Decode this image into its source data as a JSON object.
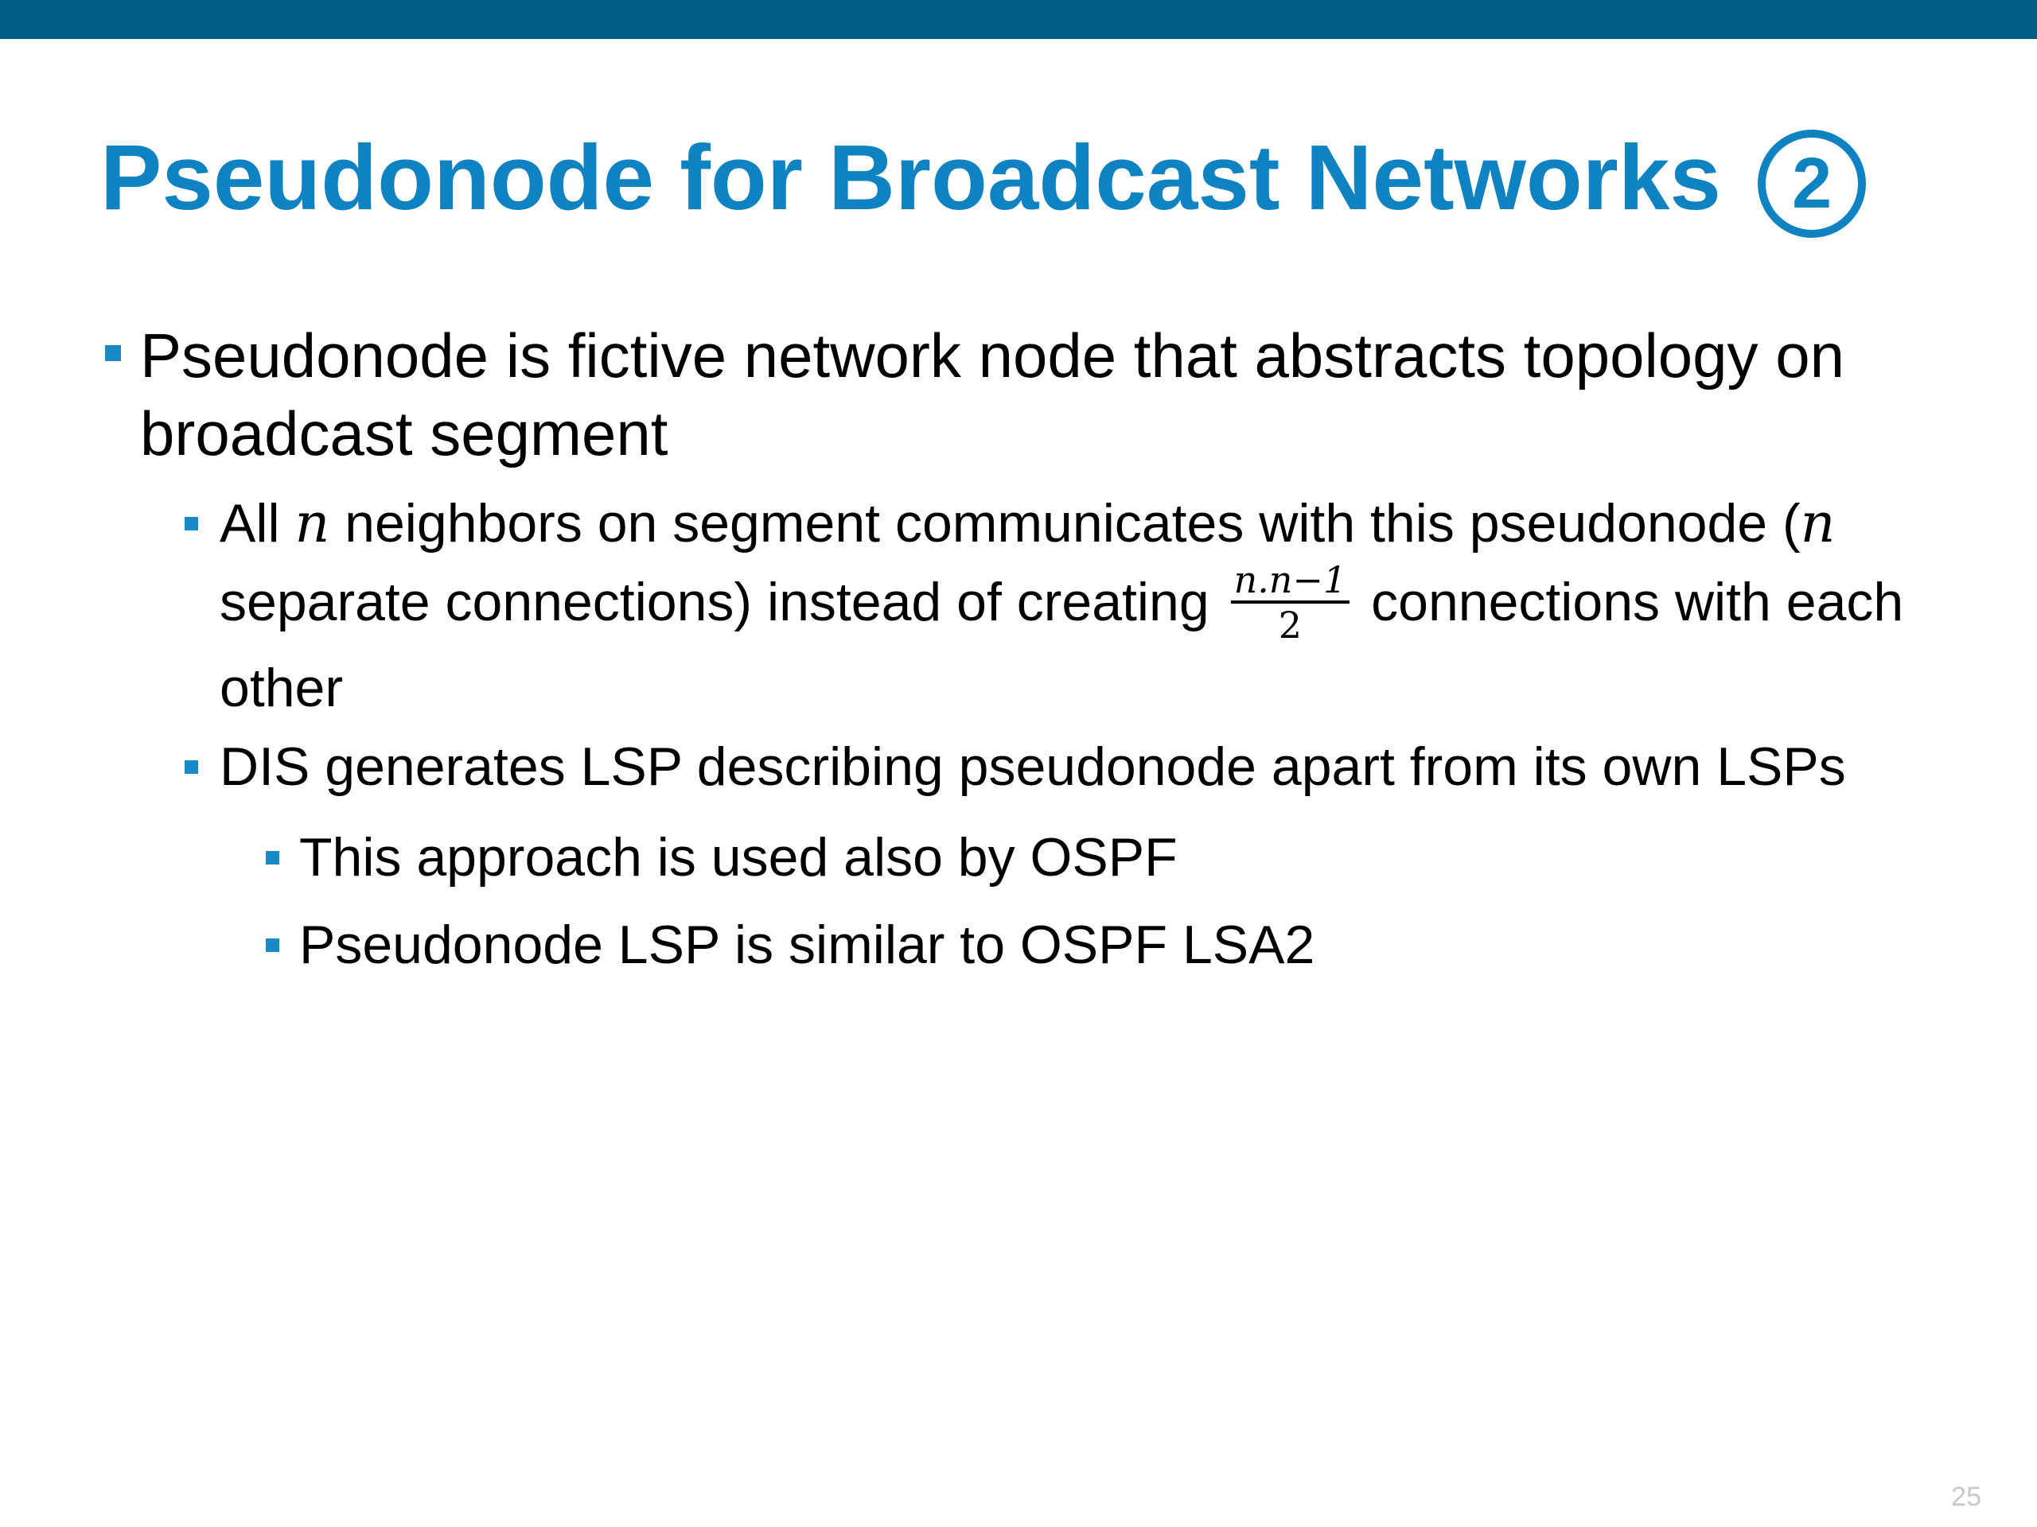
{
  "slide": {
    "title": "Pseudonode for Broadcast Networks",
    "title_number": "2",
    "page_number": "25",
    "accent_color": "#0f82c1",
    "band_color": "#005b85"
  },
  "bullets": {
    "level1": {
      "text": "Pseudonode is fictive network node that abstracts topology on broadcast segment"
    },
    "sub1": {
      "part1": "All ",
      "var_n": "n",
      "part2": " neighbors on segment communicates with this pseudonode (",
      "var_n2": "n",
      "part3": " separate connections) instead of creating ",
      "fraction_numerator": "n.n−1",
      "fraction_denominator": "2",
      "part4": " connections with each other"
    },
    "sub2": {
      "text": "DIS generates LSP describing pseudonode apart from its own LSPs"
    },
    "sub2_children": [
      {
        "text": "This approach is used also by OSPF"
      },
      {
        "text": "Pseudonode LSP is similar to OSPF LSA2"
      }
    ]
  }
}
